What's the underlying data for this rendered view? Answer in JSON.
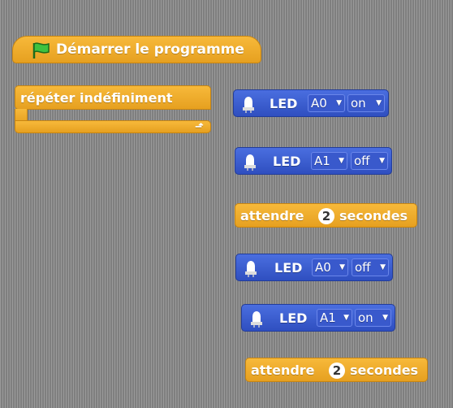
{
  "hat": {
    "label": "Démarrer le programme",
    "icon": "green-flag-icon",
    "color": "#e6a020"
  },
  "forever": {
    "label": "répéter indéfiniment",
    "loop_icon": "loop-arrow-icon"
  },
  "blocks": [
    {
      "type": "led",
      "label": "LED",
      "pin": "A0",
      "state": "on"
    },
    {
      "type": "led",
      "label": "LED",
      "pin": "A1",
      "state": "off"
    },
    {
      "type": "wait",
      "label_before": "attendre",
      "value": "2",
      "label_after": "secondes"
    },
    {
      "type": "led",
      "label": "LED",
      "pin": "A0",
      "state": "off"
    },
    {
      "type": "led",
      "label": "LED",
      "pin": "A1",
      "state": "on"
    },
    {
      "type": "wait",
      "label_before": "attendre",
      "value": "2",
      "label_after": "secondes"
    }
  ],
  "colors": {
    "control": "#e6a020",
    "hardware": "#2f4fc0",
    "background": "#8a8a8a"
  }
}
